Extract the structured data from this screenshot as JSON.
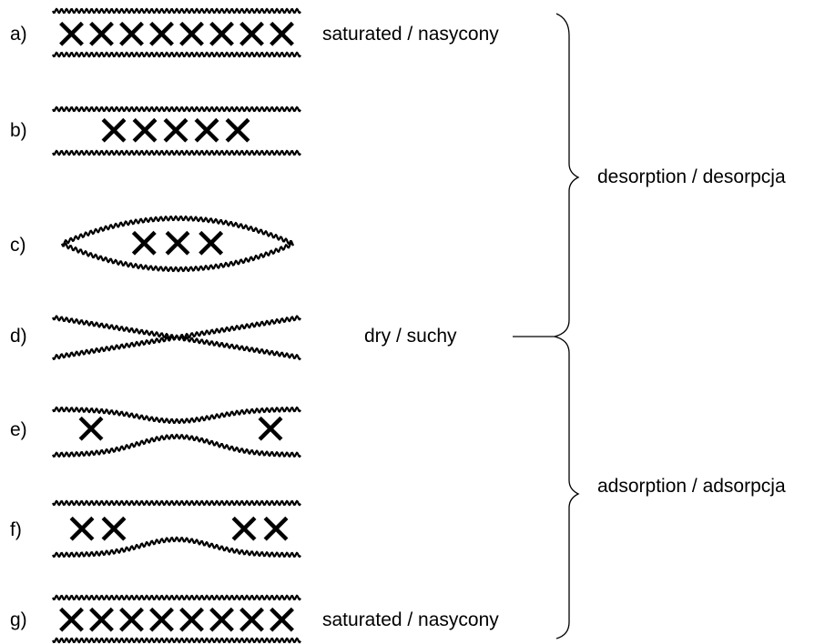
{
  "rows": [
    {
      "id": "a",
      "label": "a)",
      "x_count": 8
    },
    {
      "id": "b",
      "label": "b)",
      "x_count": 5
    },
    {
      "id": "c",
      "label": "c)",
      "x_count": 3
    },
    {
      "id": "d",
      "label": "d)",
      "x_count": 0
    },
    {
      "id": "e",
      "label": "e)",
      "x_count": 2
    },
    {
      "id": "f",
      "label": "f)",
      "x_count": 4
    },
    {
      "id": "g",
      "label": "g)",
      "x_count": 8
    }
  ],
  "annotations": {
    "saturated_top": "saturated / nasycony",
    "saturated_bottom": "saturated / nasycony",
    "dry": "dry / suchy",
    "desorption": "desorption / desorpcja",
    "adsorption": "adsorption / adsorpcja"
  },
  "colors": {
    "ink": "#000000",
    "background": "#ffffff"
  }
}
